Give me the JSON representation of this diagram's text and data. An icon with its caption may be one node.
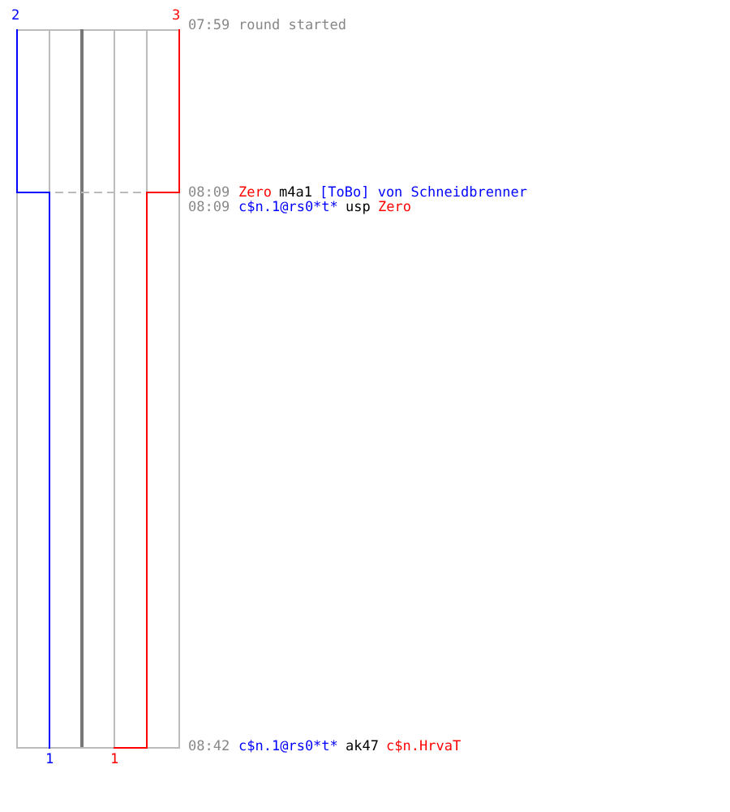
{
  "diagram": {
    "labels": [
      "2",
      "3",
      "07:59",
      "round started",
      "08:09",
      "Zero",
      "m4a1",
      "[ToBo] von Schneidbrenner",
      "08:09",
      "c$n.1@rs0*t*",
      "usp",
      "Zero",
      "08:42",
      "c$n.1@rs0*t*",
      "ak47",
      "c$n.HrvaT",
      "1",
      "1"
    ]
  }
}
